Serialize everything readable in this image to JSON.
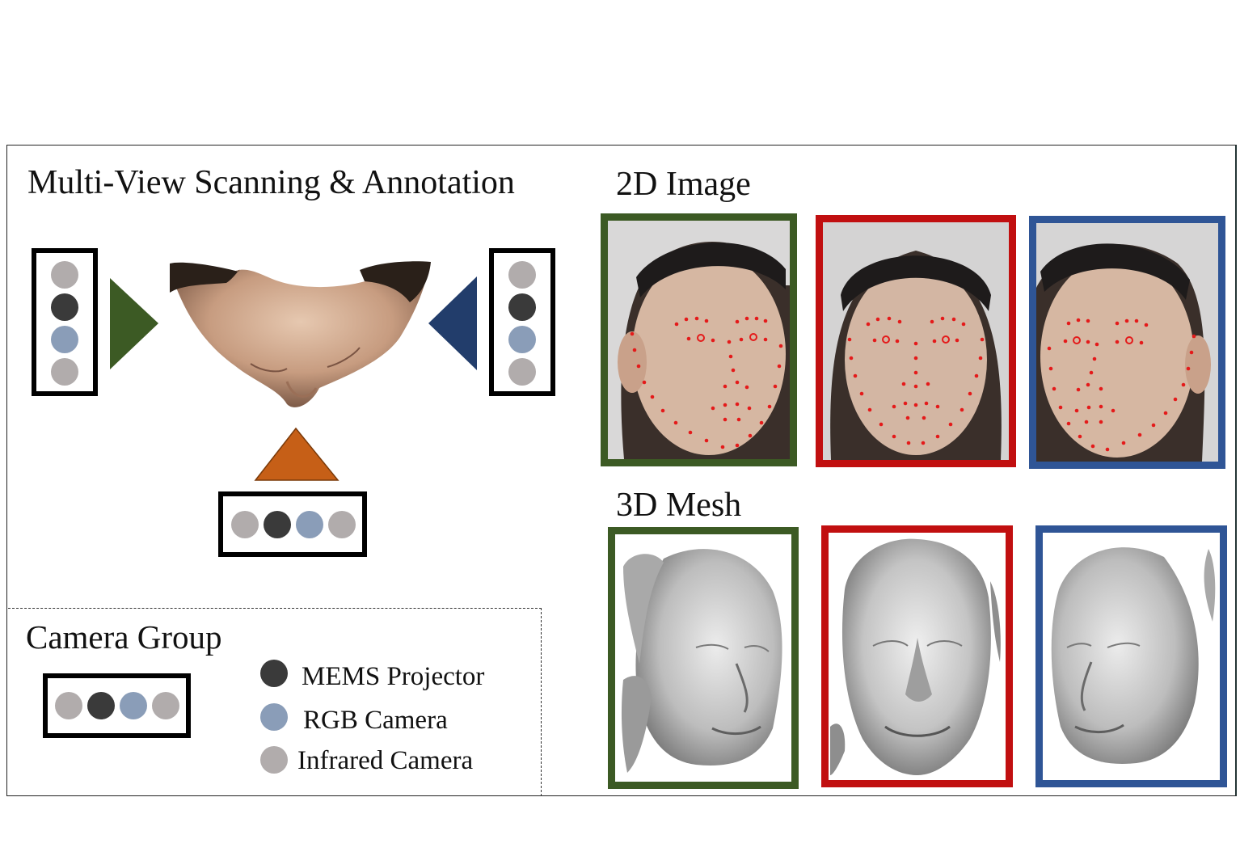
{
  "left_title": "Multi-View Scanning & Annotation",
  "image_heading": "2D Image",
  "mesh_heading": "3D Mesh",
  "legend": {
    "title": "Camera Group",
    "items": [
      {
        "label": "MEMS Projector",
        "color": "#3a3a3a"
      },
      {
        "label": "RGB Camera",
        "color": "#8a9db8"
      },
      {
        "label": "Infrared Camera",
        "color": "#b1acac"
      }
    ]
  },
  "colors": {
    "green": "#3c5a24",
    "red": "#c10f10",
    "blue": "#2f5596",
    "orange": "#c65f17",
    "navy": "#223d6b",
    "landmark": "#e41a1a"
  },
  "views": [
    "left",
    "front",
    "right"
  ]
}
